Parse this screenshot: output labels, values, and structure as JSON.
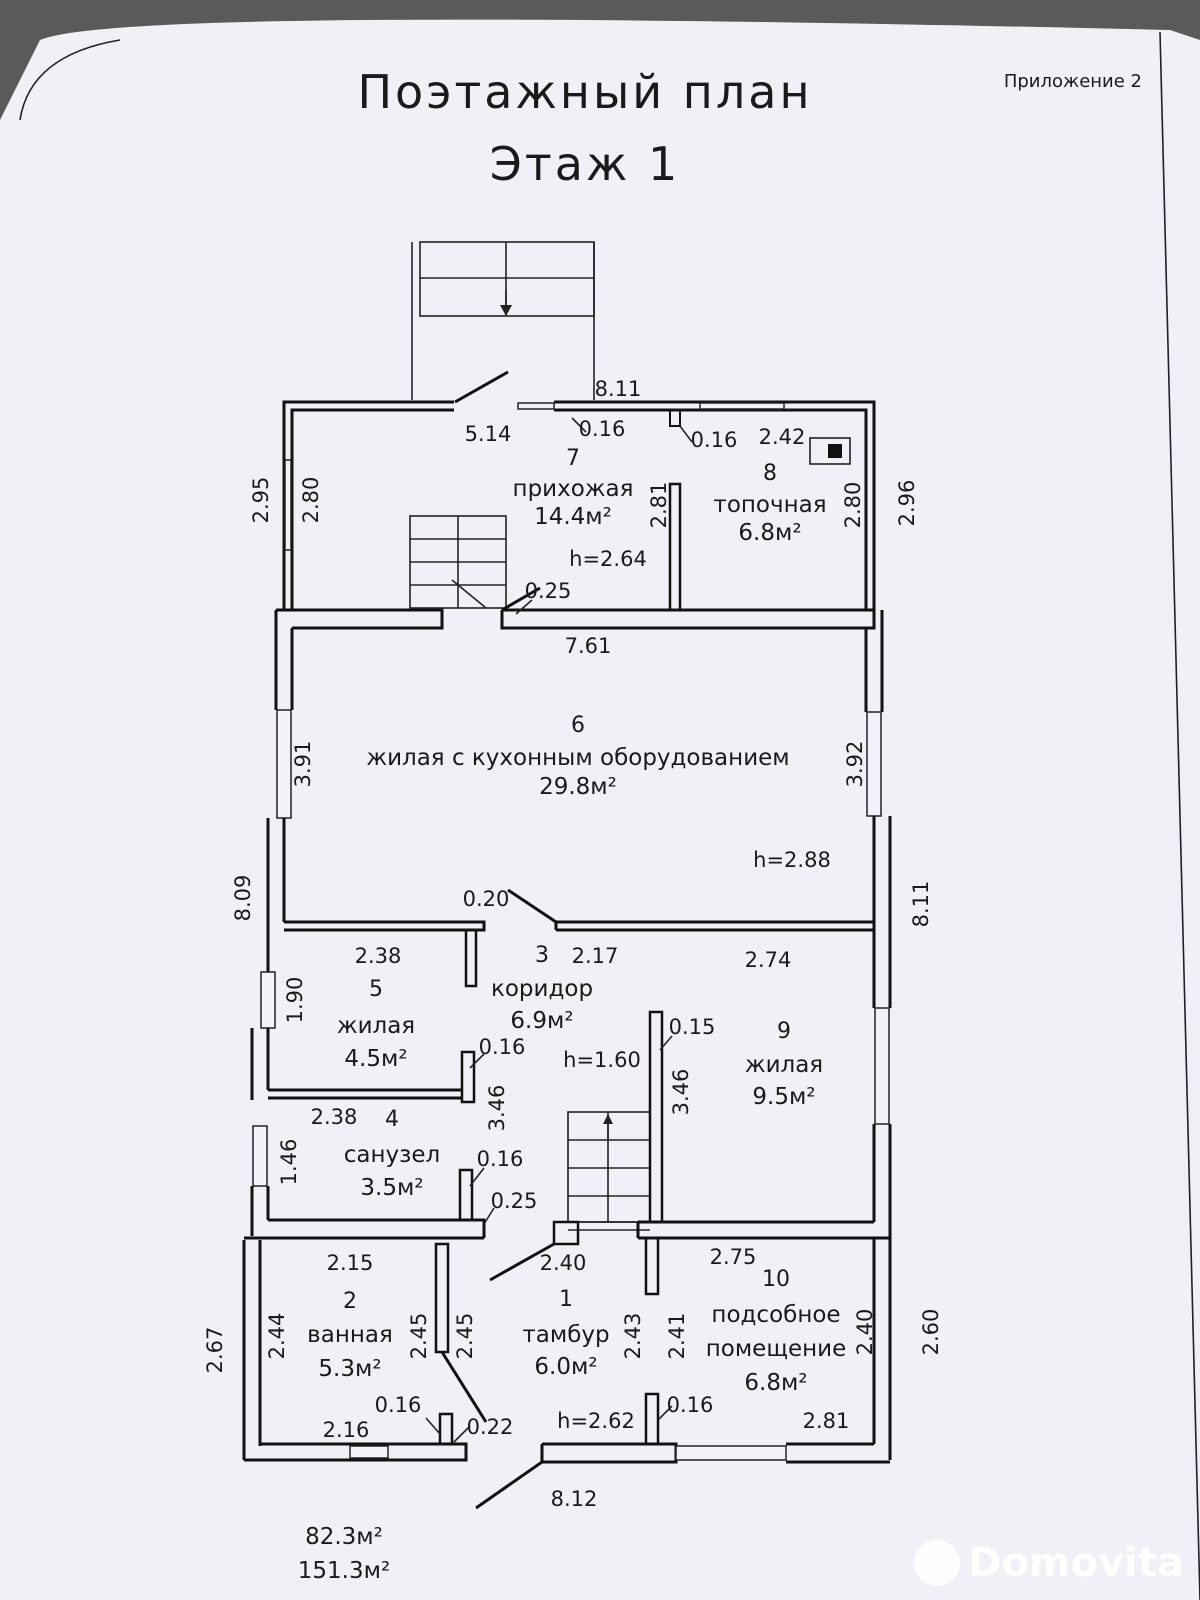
{
  "header": {
    "title": "Поэтажный план",
    "subtitle": "Этаж   1",
    "appendix": "Приложение 2"
  },
  "rooms": {
    "r1": {
      "num": "1",
      "name": "тамбур",
      "area": "6.0м²"
    },
    "r2": {
      "num": "2",
      "name": "ванная",
      "area": "5.3м²"
    },
    "r3": {
      "num": "3",
      "name": "коридор",
      "area": "6.9м²"
    },
    "r4": {
      "num": "4",
      "name": "санузел",
      "area": "3.5м²"
    },
    "r5": {
      "num": "5",
      "name": "жилая",
      "area": "4.5м²"
    },
    "r6": {
      "num": "6",
      "name": "жилая с кухонным оборудованием",
      "area": "29.8м²"
    },
    "r7": {
      "num": "7",
      "name": "прихожая",
      "area": "14.4м²"
    },
    "r8": {
      "num": "8",
      "name": "топочная",
      "area": "6.8м²"
    },
    "r9": {
      "num": "9",
      "name": "жилая",
      "area": "9.5м²"
    },
    "r10": {
      "num": "10",
      "name1": "подсобное",
      "name2": "помещение",
      "area": "6.8м²"
    }
  },
  "heights": {
    "h7": "h=2.64",
    "h6": "h=2.88",
    "h3": "h=1.60",
    "h1": "h=2.62"
  },
  "dims": {
    "top_width": "8.11",
    "d514": "5.14",
    "d016a": "0.16",
    "d016b": "0.16",
    "d242": "2.42",
    "d295": "2.95",
    "d280a": "2.80",
    "d281": "2.81",
    "d280b": "2.80",
    "d296": "2.96",
    "d025a": "0.25",
    "d761": "7.61",
    "d391": "3.91",
    "d392": "3.92",
    "d809": "8.09",
    "d811r": "8.11",
    "d020": "0.20",
    "d238a": "2.38",
    "d217": "2.17",
    "d274": "2.74",
    "d190": "1.90",
    "d015": "0.15",
    "d016c": "0.16",
    "d346a": "3.46",
    "d346b": "3.46",
    "d238b": "2.38",
    "d146": "1.46",
    "d016d": "0.16",
    "d025b": "0.25",
    "d215": "2.15",
    "d240": "2.40",
    "d275": "2.75",
    "d267": "2.67",
    "d244": "2.44",
    "d245a": "2.45",
    "d245b": "2.45",
    "d243": "2.43",
    "d241": "2.41",
    "d240b": "2.40",
    "d260": "2.60",
    "d016e": "0.16",
    "d216": "2.16",
    "d022": "0.22",
    "d016f": "0.16",
    "d281b": "2.81",
    "d812": "8.12"
  },
  "totals": {
    "t1": "82.3м²",
    "t2": "151.3м²"
  },
  "watermark": "Domovita"
}
